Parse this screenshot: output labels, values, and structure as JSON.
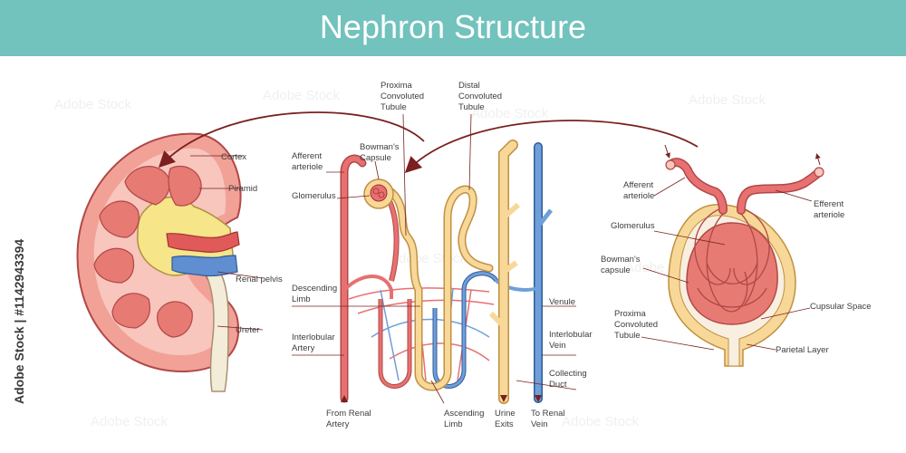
{
  "header": {
    "title": "Nephron Structure",
    "bg_color": "#72c2bd"
  },
  "watermark": {
    "text": "Adobe Stock",
    "side_text": "Adobe Stock | #1142943394"
  },
  "kidney": {
    "labels": {
      "cortex": "Cortex",
      "piramid": "Piramid",
      "renal_pelvis": "Renal pelvis",
      "ureter": "Ureter"
    }
  },
  "nephron": {
    "labels": {
      "proximal_1": "Proxima",
      "proximal_2": "Convoluted",
      "proximal_3": "Tubule",
      "distal_1": "Distal",
      "distal_2": "Convoluted",
      "distal_3": "Tubule",
      "afferent_1": "Afferent",
      "afferent_2": "arteriole",
      "bowmans_1": "Bowman's",
      "bowmans_2": "Capsule",
      "glomerulus": "Glomerulus",
      "descending_1": "Descending",
      "descending_2": "Limb",
      "interlobular_artery_1": "Interlobular",
      "interlobular_artery_2": "Artery",
      "from_renal_1": "From Renal",
      "from_renal_2": "Artery",
      "ascending_1": "Ascending",
      "ascending_2": "Limb",
      "urine_1": "Urine",
      "urine_2": "Exits",
      "to_renal_1": "To Renal",
      "to_renal_2": "Vein",
      "venule": "Venule",
      "interlobular_vein_1": "Interlobular",
      "interlobular_vein_2": "Vein",
      "collecting_1": "Collecting",
      "collecting_2": "Duct"
    }
  },
  "glomerulus_detail": {
    "labels": {
      "afferent_1": "Afferent",
      "afferent_2": "arteriole",
      "efferent_1": "Efferent",
      "efferent_2": "arteriole",
      "glomerulus": "Glomerulus",
      "bowmans_1": "Bowman's",
      "bowmans_2": "capsule",
      "proximal_1": "Proxima",
      "proximal_2": "Convoluted",
      "proximal_3": "Tubule",
      "capsular_space": "Cupsular Space",
      "parietal_layer": "Parietal Layer"
    }
  },
  "colors": {
    "artery": "#e87070",
    "vein": "#6f9fd8",
    "tubule": "#f8d898",
    "outline": "#b04848",
    "pyramid": "#e77a72",
    "pelvis": "#f7e58a",
    "arrow": "#7a2020"
  }
}
